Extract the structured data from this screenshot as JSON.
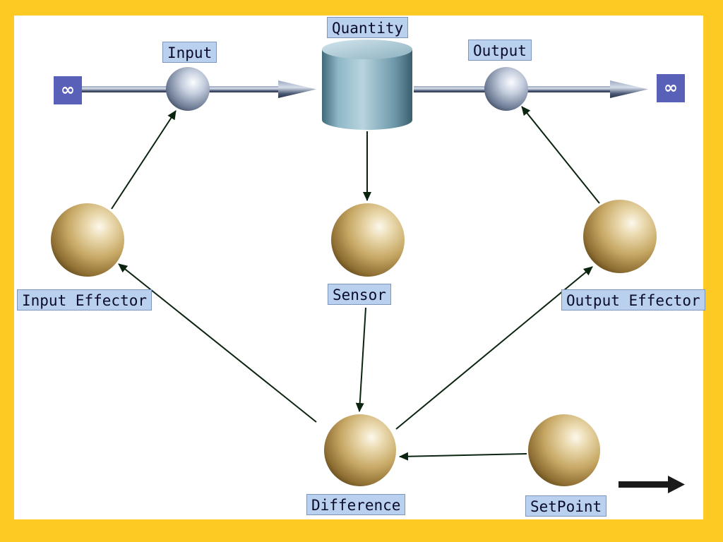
{
  "diagram": {
    "labels": {
      "quantity": "Quantity",
      "input": "Input",
      "output": "Output",
      "input_effector": "Input Effector",
      "sensor": "Sensor",
      "output_effector": "Output Effector",
      "difference": "Difference",
      "setpoint": "SetPoint"
    },
    "source_symbol": "∞",
    "sink_symbol": "∞",
    "nodes": [
      {
        "id": "quantity",
        "kind": "stock"
      },
      {
        "id": "input",
        "kind": "flow"
      },
      {
        "id": "output",
        "kind": "flow"
      },
      {
        "id": "input_effector",
        "kind": "converter"
      },
      {
        "id": "sensor",
        "kind": "converter"
      },
      {
        "id": "output_effector",
        "kind": "converter"
      },
      {
        "id": "difference",
        "kind": "converter"
      },
      {
        "id": "setpoint",
        "kind": "converter"
      }
    ],
    "links": [
      {
        "from": "quantity",
        "to": "sensor"
      },
      {
        "from": "sensor",
        "to": "difference"
      },
      {
        "from": "setpoint",
        "to": "difference"
      },
      {
        "from": "difference",
        "to": "input_effector"
      },
      {
        "from": "difference",
        "to": "output_effector"
      },
      {
        "from": "input_effector",
        "to": "input"
      },
      {
        "from": "output_effector",
        "to": "output"
      }
    ],
    "flows": [
      {
        "from": "source",
        "via": "input",
        "to": "quantity"
      },
      {
        "from": "quantity",
        "via": "output",
        "to": "sink"
      }
    ],
    "colors": {
      "frame": "#FDC923",
      "label_bg": "#B9D0EE",
      "infinity_box": "#5960B8",
      "link": "#0A2410",
      "pipe": "#3E4D66"
    }
  }
}
